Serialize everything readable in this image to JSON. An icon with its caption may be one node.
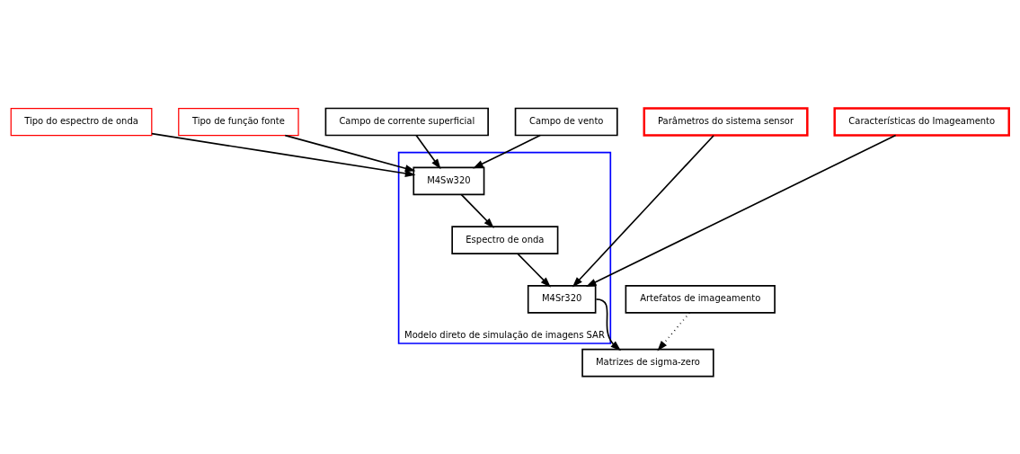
{
  "diagram": {
    "nodes": [
      {
        "text": [
          "Tipo do espectro de onda"
        ]
      },
      {
        "text": [
          "Tipo de função fonte"
        ]
      },
      {
        "text": [
          "Parâmetros do sistema sensor"
        ]
      },
      {
        "text": [
          "Características do Imageamento"
        ]
      },
      {
        "text": [
          "Campo de corrente superficial"
        ]
      },
      {
        "text": [
          "Campo de vento"
        ]
      },
      {
        "text": [
          "Modelo direto de simulação de imagens SAR"
        ]
      },
      {
        "text": [
          "M4Sw320"
        ],
        "in": 6
      },
      {
        "text": [
          "Espectro de onda"
        ],
        "in": 6
      },
      {
        "text": [
          "M4Sr320"
        ],
        "in": 6
      },
      {
        "text": [
          "Artefatos de imageamento"
        ]
      },
      {
        "text": [
          "Matrizes de sigma-zero"
        ]
      }
    ],
    "edges": [
      {
        "from": 0,
        "to": 7,
        "arrow": "to"
      },
      {
        "from": 1,
        "to": 7,
        "arrow": "to"
      },
      {
        "from": 2,
        "to": 9,
        "arrow": "to"
      },
      {
        "from": 3,
        "to": 9,
        "arrow": "to"
      },
      {
        "from": 4,
        "to": 7,
        "arrow": "to"
      },
      {
        "from": 5,
        "to": 7,
        "arrow": "to"
      },
      {
        "from": 7,
        "to": 8,
        "arrow": "to"
      },
      {
        "from": 8,
        "to": 9,
        "arrow": "to"
      },
      {
        "from": 9,
        "to": 11,
        "arrow": "to"
      },
      {
        "from": 10,
        "to": 11,
        "arrow": "to",
        "style": "dashed"
      }
    ]
  }
}
